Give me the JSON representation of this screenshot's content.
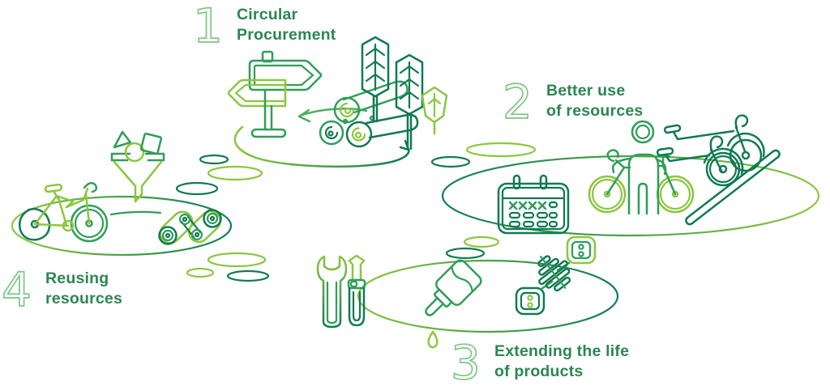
{
  "steps": [
    {
      "number": "1",
      "label": "Circular Procurement",
      "line1": "Circular",
      "line2": "Procurement"
    },
    {
      "number": "2",
      "label": "Better use of resources",
      "line1": "Better use",
      "line2": "of resources"
    },
    {
      "number": "3",
      "label": "Extending the life of products",
      "line1": "Extending the life",
      "line2": "of products"
    },
    {
      "number": "4",
      "label": "Reusing resources",
      "line1": "Reusing",
      "line2": "resources"
    }
  ],
  "islands": [
    {
      "id": "circular-procurement",
      "icons": [
        "cycle-arrows-icon",
        "signpost-icon",
        "timber-logs-icon",
        "trees-icon"
      ]
    },
    {
      "id": "better-use-of-resources",
      "icons": [
        "calendar-icon",
        "person-icon",
        "person-bicycle-icon",
        "bike-rack-icon"
      ]
    },
    {
      "id": "extending-the-life-of-products",
      "icons": [
        "wrench-icon",
        "screwdriver-icon",
        "oil-bottle-icon",
        "oil-drop-icon",
        "chain-pedal-icon"
      ]
    },
    {
      "id": "reusing-resources",
      "icons": [
        "old-bicycle-icon",
        "funnel-icon",
        "triangle-shape-icon",
        "circle-shape-icon",
        "square-shape-icon",
        "chain-links-icon"
      ]
    }
  ],
  "palette": {
    "label_text": "#2B8653",
    "step_number": "#7EC684",
    "lime": "#8CC63F",
    "green": "#2F9E58",
    "teal": "#117A52",
    "background": "#FFFFFF"
  }
}
